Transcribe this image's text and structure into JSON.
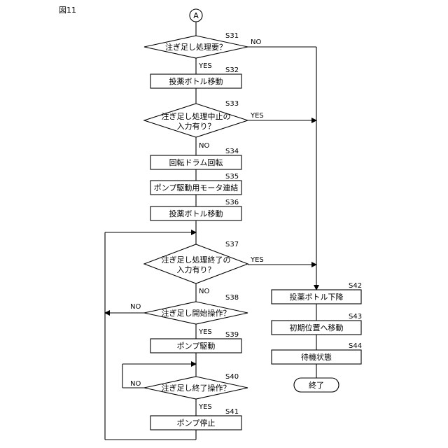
{
  "figure_label": "図11",
  "connector": "A",
  "steps": {
    "s31": {
      "id": "S31",
      "text": "注ぎ足し処理要？"
    },
    "s32": {
      "id": "S32",
      "text": "投薬ボトル移動"
    },
    "s33": {
      "id": "S33",
      "line1": "注ぎ足し処理中止の",
      "line2": "入力有り？"
    },
    "s34": {
      "id": "S34",
      "text": "回転ドラム回転"
    },
    "s35": {
      "id": "S35",
      "text": "ポンプ駆動用モータ連結"
    },
    "s36": {
      "id": "S36",
      "text": "投薬ボトル移動"
    },
    "s37": {
      "id": "S37",
      "line1": "注ぎ足し処理終了の",
      "line2": "入力有り？"
    },
    "s38": {
      "id": "S38",
      "text": "注ぎ足し開始操作？"
    },
    "s39": {
      "id": "S39",
      "text": "ポンプ駆動"
    },
    "s40": {
      "id": "S40",
      "text": "注ぎ足し終了操作？"
    },
    "s41": {
      "id": "S41",
      "text": "ポンプ停止"
    },
    "s42": {
      "id": "S42",
      "text": "投薬ボトル下降"
    },
    "s43": {
      "id": "S43",
      "text": "初期位置へ移動"
    },
    "s44": {
      "id": "S44",
      "text": "待機状態"
    }
  },
  "end": "終了",
  "labels": {
    "s31_no": "NO",
    "s31_yes": "YES",
    "s33_yes": "YES",
    "s33_no": "NO",
    "s37_yes": "YES",
    "s37_no": "NO",
    "s38_no": "NO",
    "s38_yes": "YES",
    "s40_no": "NO",
    "s40_yes": "YES"
  }
}
